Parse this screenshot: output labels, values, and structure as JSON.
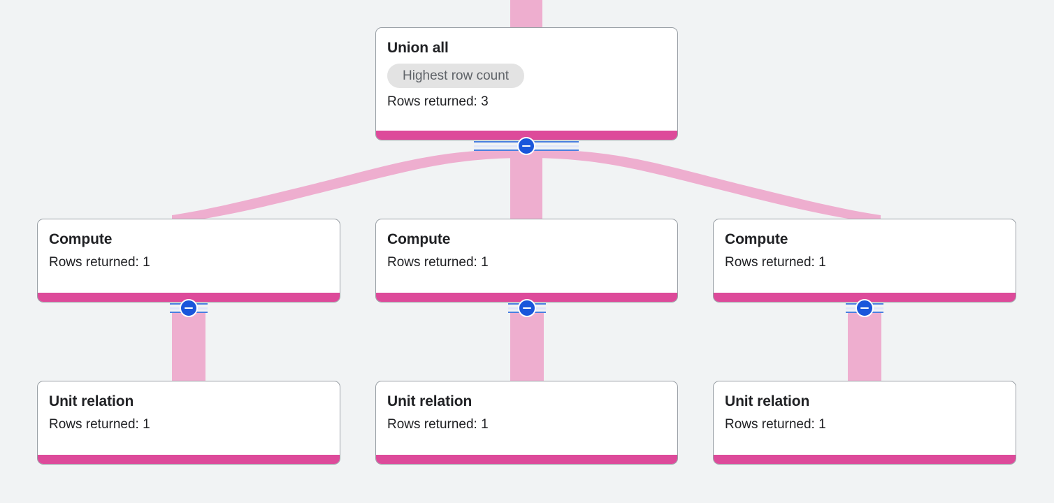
{
  "diagram": {
    "type": "query-execution-plan-tree",
    "background_color": "#F1F3F4",
    "edge_color": "#EEAECF",
    "accent_color": "#DD4A9A",
    "toggle_color": "#1A56DB",
    "badge_bg_color": "#E3E3E3",
    "badge_text_color": "#5F6368",
    "node_border_color": "#9AA0A6"
  },
  "nodes": [
    {
      "id": "union-all",
      "title": "Union all",
      "badge": "Highest row count",
      "metric": "Rows returned: 3",
      "rows_returned": 3,
      "has_badge": true,
      "collapsible": true,
      "toggle_state": "expanded",
      "toggle_icon": "minus-circle-icon"
    },
    {
      "id": "compute-1",
      "title": "Compute",
      "badge": "",
      "metric": "Rows returned: 1",
      "rows_returned": 1,
      "has_badge": false,
      "collapsible": true,
      "toggle_state": "expanded",
      "toggle_icon": "minus-circle-icon"
    },
    {
      "id": "compute-2",
      "title": "Compute",
      "badge": "",
      "metric": "Rows returned: 1",
      "rows_returned": 1,
      "has_badge": false,
      "collapsible": true,
      "toggle_state": "expanded",
      "toggle_icon": "minus-circle-icon"
    },
    {
      "id": "compute-3",
      "title": "Compute",
      "badge": "",
      "metric": "Rows returned: 1",
      "rows_returned": 1,
      "has_badge": false,
      "collapsible": true,
      "toggle_state": "expanded",
      "toggle_icon": "minus-circle-icon"
    },
    {
      "id": "unit-relation-1",
      "title": "Unit relation",
      "badge": "",
      "metric": "Rows returned: 1",
      "rows_returned": 1,
      "has_badge": false,
      "collapsible": false,
      "toggle_state": "",
      "toggle_icon": ""
    },
    {
      "id": "unit-relation-2",
      "title": "Unit relation",
      "badge": "",
      "metric": "Rows returned: 1",
      "rows_returned": 1,
      "has_badge": false,
      "collapsible": false,
      "toggle_state": "",
      "toggle_icon": ""
    },
    {
      "id": "unit-relation-3",
      "title": "Unit relation",
      "badge": "",
      "metric": "Rows returned: 1",
      "rows_returned": 1,
      "has_badge": false,
      "collapsible": false,
      "toggle_state": "",
      "toggle_icon": ""
    }
  ],
  "edges": [
    {
      "id": "edge-inflow-union-all",
      "from": "",
      "to": "union-all"
    },
    {
      "id": "edge-union-all-compute-1",
      "from": "union-all",
      "to": "compute-1"
    },
    {
      "id": "edge-union-all-compute-2",
      "from": "union-all",
      "to": "compute-2"
    },
    {
      "id": "edge-union-all-compute-3",
      "from": "union-all",
      "to": "compute-3"
    },
    {
      "id": "edge-compute-1-unit-relation-1",
      "from": "compute-1",
      "to": "unit-relation-1"
    },
    {
      "id": "edge-compute-2-unit-relation-2",
      "from": "compute-2",
      "to": "unit-relation-2"
    },
    {
      "id": "edge-compute-3-unit-relation-3",
      "from": "compute-3",
      "to": "unit-relation-3"
    }
  ]
}
